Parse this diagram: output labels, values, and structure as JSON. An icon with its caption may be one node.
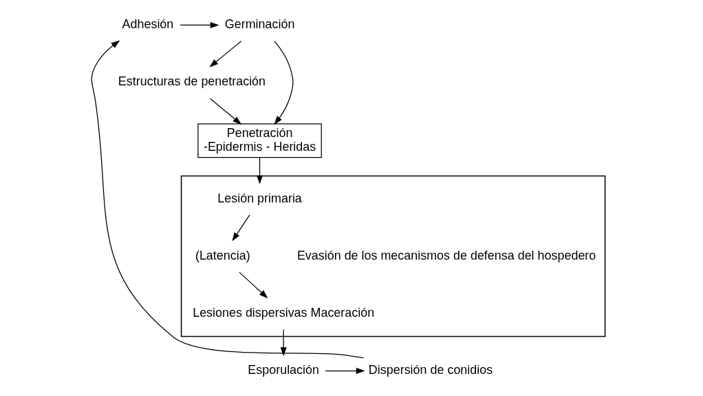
{
  "diagram": {
    "nodes": [
      {
        "text": [
          "Adhesión"
        ]
      },
      {
        "text": [
          "Germinación"
        ]
      },
      {
        "text": [
          "Estructuras de penetración"
        ]
      },
      {
        "text": [],
        "shape": "box"
      },
      {
        "text": [
          "Penetración",
          "-Epidermis - Heridas"
        ]
      },
      {
        "text": [
          "Lesión primaria"
        ],
        "in": 3
      },
      {
        "text": [
          "(Latencia)"
        ],
        "in": 3
      },
      {
        "text": [
          "Lesiones dispersivas Maceración"
        ],
        "in": 3
      },
      {
        "text": [
          "Esporulación"
        ]
      },
      {
        "text": [
          "Dispersión de conidios"
        ]
      }
    ],
    "edges": [
      {
        "from": 0,
        "to": 1,
        "arrow": "to"
      },
      {
        "from": 1,
        "to": 2,
        "arrow": "to"
      },
      {
        "from": 1,
        "to": 4,
        "arrow": "to"
      },
      {
        "from": 2,
        "to": 4,
        "arrow": "to"
      },
      {
        "from": 4,
        "to": 5,
        "arrow": "to"
      },
      {
        "from": 5,
        "to": 6,
        "arrow": "to"
      },
      {
        "from": 6,
        "to": 7,
        "arrow": "to"
      },
      {
        "from": 7,
        "to": 8,
        "arrow": "to"
      },
      {
        "from": 8,
        "to": 9,
        "arrow": "to"
      },
      {
        "from": 9,
        "to": 0,
        "arrow": "to"
      }
    ],
    "labels": [
      "Evasión de los mecanismos de defensa del hospedero"
    ]
  }
}
